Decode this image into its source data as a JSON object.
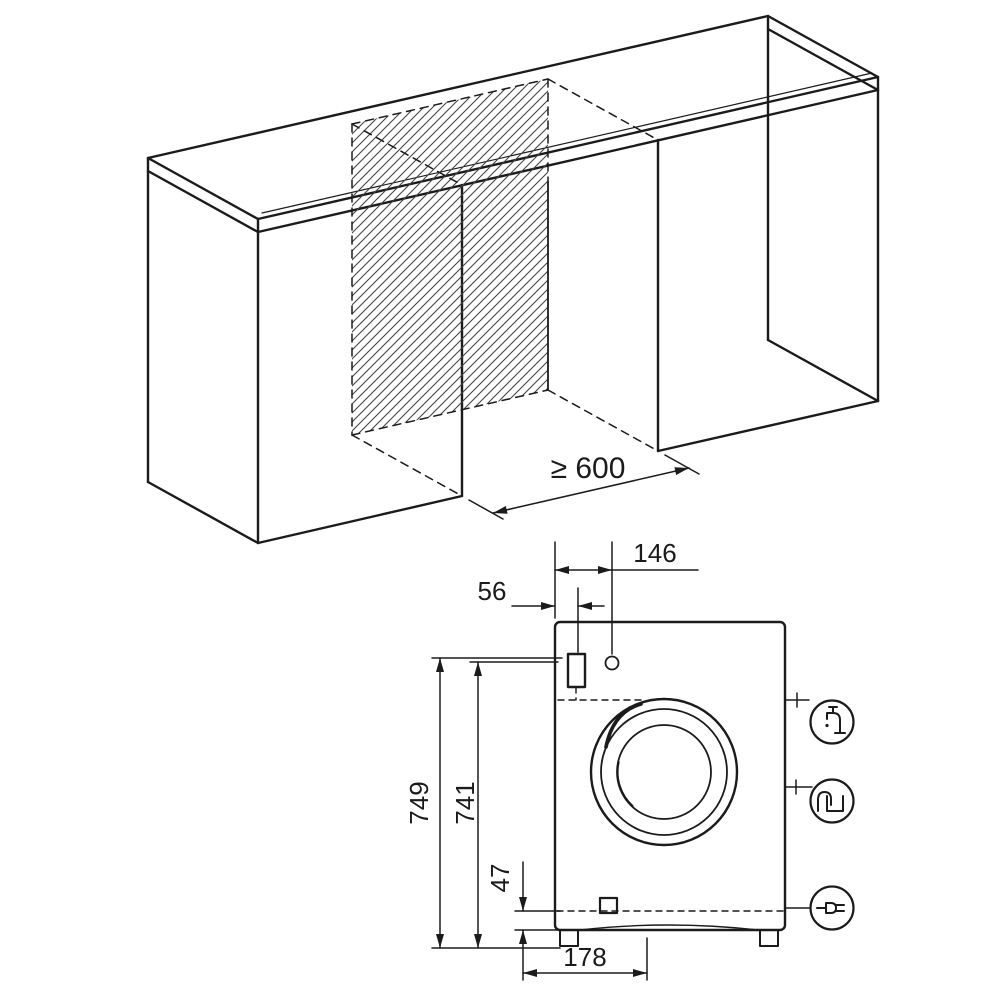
{
  "colors": {
    "line": "#1b1b1b",
    "background": "#ffffff",
    "hatch": "#444444"
  },
  "isometric_view": {
    "niche_min_width": "≥ 600"
  },
  "front_view": {
    "dimensions": {
      "d146": "146",
      "d56": "56",
      "d749": "749",
      "d741": "741",
      "d47": "47",
      "d178": "178"
    },
    "connections": [
      {
        "name": "water-tap-icon"
      },
      {
        "name": "drain-icon"
      },
      {
        "name": "power-plug-icon"
      }
    ]
  }
}
